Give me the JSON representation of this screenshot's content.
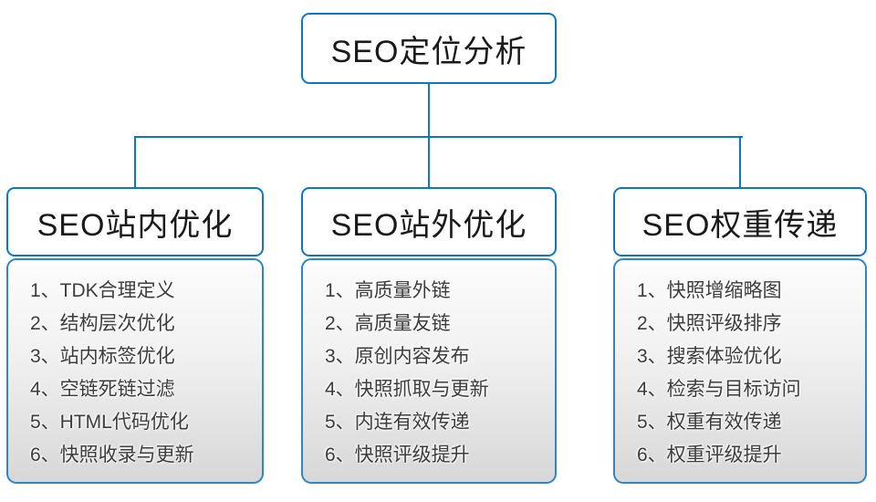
{
  "root_label": "SEO定位分析",
  "columns": [
    {
      "title": "SEO站内优化",
      "items": [
        "1、TDK合理定义",
        "2、结构层次优化",
        "3、站内标签优化",
        "4、空链死链过滤",
        "5、HTML代码优化",
        "6、快照收录与更新"
      ]
    },
    {
      "title": "SEO站外优化",
      "items": [
        "1、高质量外链",
        "2、高质量友链",
        "3、原创内容发布",
        "4、快照抓取与更新",
        "5、内连有效传递",
        "6、快照评级提升"
      ]
    },
    {
      "title": "SEO权重传递",
      "items": [
        "1、快照增缩略图",
        "2、快照评级排序",
        "3、搜索体验优化",
        "4、检索与目标访问",
        "5、权重有效传递",
        "6、权重评级提升"
      ]
    }
  ],
  "colors": {
    "accent_border": "#1176c0",
    "list_border": "#2e86c8",
    "title_text": "#1a1a1a",
    "list_text": "#3d3d3d",
    "list_bg_top": "#fcfcfc",
    "list_bg_bottom": "#d7d7d7"
  }
}
